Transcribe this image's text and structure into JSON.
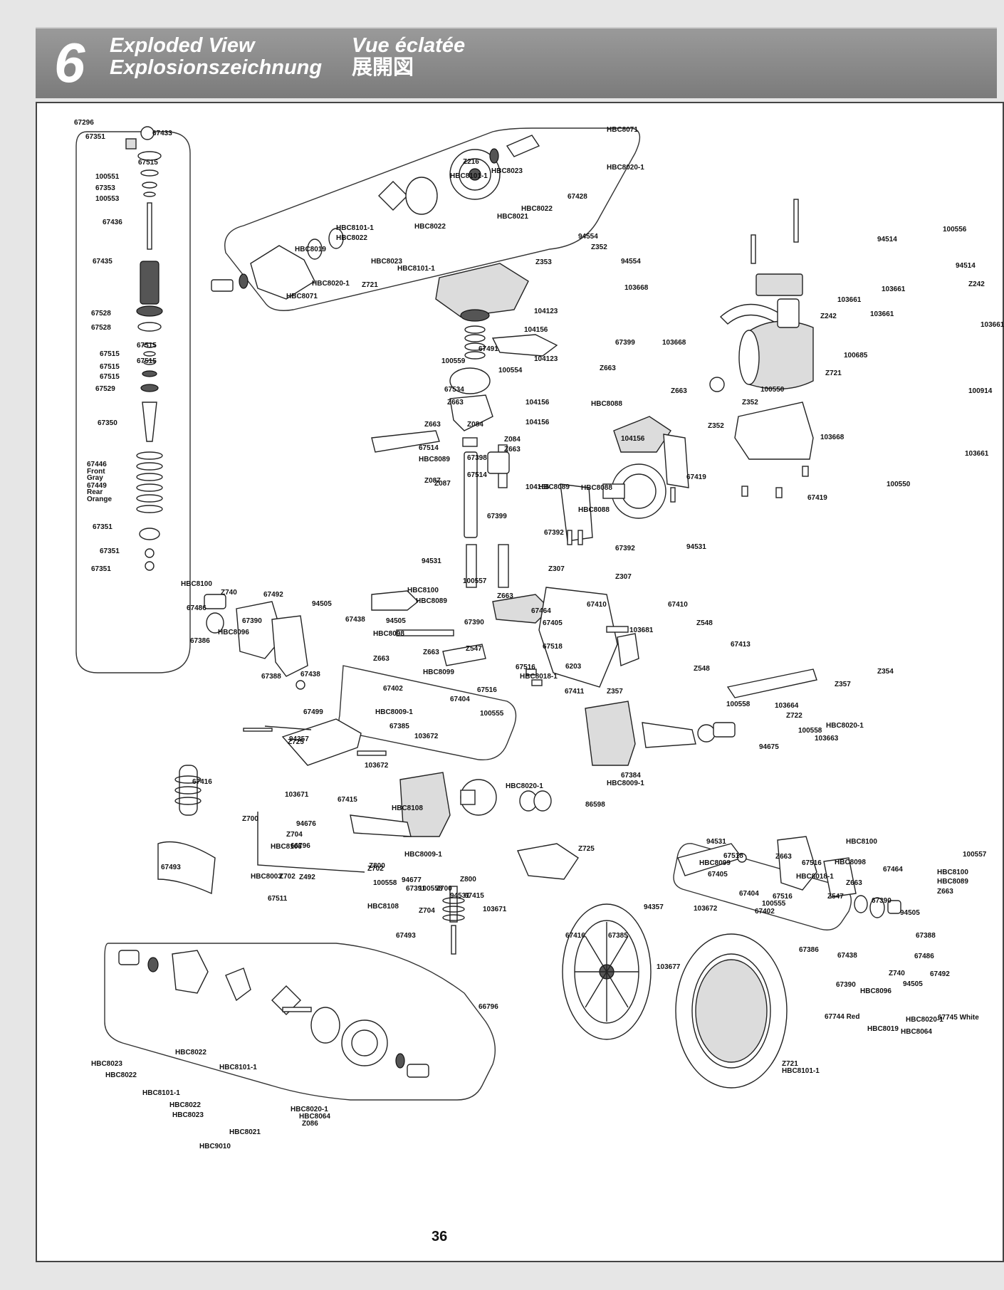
{
  "header": {
    "section_number": "6",
    "title_en": "Exploded View",
    "title_de": "Explosionszeichnung",
    "title_fr": "Vue éclatée",
    "title_jp": "展開図"
  },
  "page_number": "36",
  "parts": [
    "67296",
    "67351",
    "67433",
    "67515",
    "100551",
    "67353",
    "100553",
    "67436",
    "67435",
    "67528",
    "67528",
    "67515",
    "67515",
    "67515",
    "67515",
    "67515",
    "67529",
    "67350",
    "67446",
    "Front",
    "Gray",
    "67449",
    "Rear",
    "Orange",
    "67351",
    "67351",
    "67351",
    "HBC8071",
    "Z216",
    "HBC8020-1",
    "HBC8023",
    "HBC8101-1",
    "67428",
    "HBC8022",
    "HBC8021",
    "HBC8101-1",
    "HBC8022",
    "HBC8022",
    "HBC8019",
    "HBC8023",
    "HBC8101-1",
    "HBC8020-1",
    "Z721",
    "HBC8071",
    "94554",
    "Z352",
    "94554",
    "Z353",
    "103668",
    "104123",
    "104156",
    "104123",
    "104156",
    "104156",
    "104156",
    "104156",
    "HBC8088",
    "HBC8088",
    "HBC8088",
    "67392",
    "67392",
    "Z307",
    "Z307",
    "67491",
    "100559",
    "100554",
    "67534",
    "Z663",
    "Z663",
    "Z084",
    "Z084",
    "67514",
    "Z663",
    "HBC8089",
    "67398",
    "Z087",
    "67514",
    "HBC8089",
    "Z087",
    "67399",
    "67399",
    "103668",
    "Z663",
    "Z663",
    "100556",
    "94514",
    "94514",
    "Z242",
    "103661",
    "103661",
    "103661",
    "Z242",
    "103661",
    "100685",
    "Z721",
    "100914",
    "103661",
    "100550",
    "100550",
    "Z352",
    "Z352",
    "103668",
    "67419",
    "67419",
    "94531",
    "94531",
    "100557",
    "HBC8100",
    "HBC8089",
    "Z663",
    "67464",
    "HBC8100",
    "Z740",
    "67486",
    "67492",
    "94505",
    "67390",
    "67438",
    "67386",
    "HBC8096",
    "67388",
    "67438",
    "94505",
    "67390",
    "HBC8098",
    "Z663",
    "Z547",
    "67516",
    "HBC8018-1",
    "67516",
    "Z663",
    "HBC8099",
    "67402",
    "67404",
    "100555",
    "67405",
    "67518",
    "67410",
    "67410",
    "103681",
    "Z548",
    "67413",
    "Z548",
    "6203",
    "67411",
    "Z357",
    "Z354",
    "Z357",
    "103664",
    "Z722",
    "HBC8020-1",
    "100558",
    "103663",
    "94675",
    "100558",
    "67384",
    "HBC8009-1",
    "86598",
    "HBC8020-1",
    "67499",
    "HBC8009-1",
    "67385",
    "103672",
    "Z725",
    "94357",
    "67416",
    "103672",
    "103671",
    "67415",
    "HBC8108",
    "Z700",
    "94676",
    "Z704",
    "HBC8108",
    "67493",
    "66796",
    "HBC8003",
    "Z702",
    "Z492",
    "Z702",
    "67511",
    "HBC8009-1",
    "Z800",
    "100558",
    "94677",
    "100558",
    "Z800",
    "67391",
    "Z700",
    "94531",
    "103671",
    "HBC8108",
    "Z704",
    "67493",
    "67415",
    "Z725",
    "94357",
    "103672",
    "67416",
    "67385",
    "66796",
    "103677",
    "67518",
    "67405",
    "67404",
    "100555",
    "67402",
    "94531",
    "HBC8099",
    "Z663",
    "67516",
    "HBC8018-1",
    "67516",
    "Z547",
    "HBC8098",
    "Z663",
    "HBC8100",
    "67464",
    "100557",
    "HBC8100",
    "HBC8089",
    "Z663",
    "67390",
    "94505",
    "67388",
    "67386",
    "67438",
    "67486",
    "67390",
    "Z740",
    "67492",
    "94505",
    "HBC8096",
    "67744 Red",
    "67745 White",
    "HBC8064",
    "HBC8019",
    "HBC8020-1",
    "Z721",
    "HBC8101-1",
    "HBC8023",
    "HBC8022",
    "HBC8022",
    "HBC8101-1",
    "HBC8101-1",
    "HBC8022",
    "HBC8023",
    "HBC8021",
    "HBC9010",
    "HBC8020-1",
    "HBC8064",
    "Z086"
  ]
}
